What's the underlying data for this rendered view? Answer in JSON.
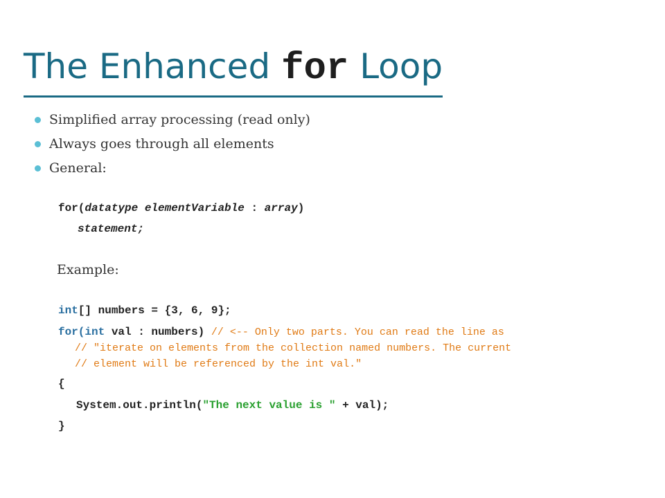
{
  "slide": {
    "title_prefix": "The Enhanced ",
    "title_keyword": "for",
    "title_suffix": " Loop",
    "bullets": [
      "Simplified array processing (read only)",
      "Always goes through all elements",
      "General:"
    ],
    "general_syntax": {
      "line1_for": "for(",
      "line1_datatype": "datatype",
      "line1_space": " ",
      "line1_var": "elementVariable",
      "line1_colon": " : ",
      "line1_array": "array",
      "line1_close": ")",
      "line2_statement": "statement;"
    },
    "example_label": "Example:",
    "example_code": {
      "line1_type": "int",
      "line1_rest": "[] numbers = {3, 6, 9};",
      "line2_for": "for(",
      "line2_int": "int",
      "line2_rest": " val : numbers) ",
      "line2_comment": "// <-- Only two parts. You can read the line as",
      "line3_comment": "// \"iterate on elements from the collection named numbers. The current",
      "line4_comment": "// element will be referenced by the int val.\"",
      "line5_open": "{",
      "line6_call": "System.out.println(",
      "line6_string": "\"The next value is \"",
      "line6_rest": " + val);",
      "line7_close": "}"
    },
    "colors": {
      "title": "#1a6a84",
      "bullet_dot": "#5bbfd5",
      "keyword": "#2a6fa0",
      "comment": "#e07a14",
      "string": "#2aa030"
    }
  }
}
